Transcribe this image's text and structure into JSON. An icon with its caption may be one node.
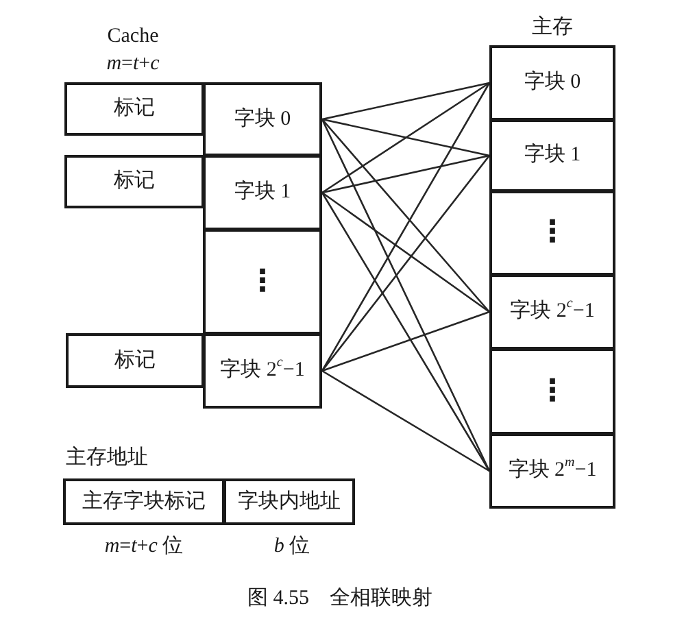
{
  "diagram": {
    "caption": "图 4.55　全相联映射",
    "nodes": [
      {
        "text": [
          "标记"
        ]
      },
      {
        "text": [
          "字块 0"
        ]
      },
      {
        "text": [
          "标记"
        ]
      },
      {
        "text": [
          "字块 1"
        ]
      },
      {
        "text": [
          "⋮"
        ]
      },
      {
        "text": [
          "标记"
        ]
      },
      {
        "text": [
          "字块 2$^{c}$−1"
        ]
      },
      {
        "text": [
          "主存"
        ]
      },
      {
        "text": [
          "字块 0"
        ],
        "in": 7
      },
      {
        "text": [
          "字块 1"
        ],
        "in": 7
      },
      {
        "text": [
          "⋮"
        ],
        "in": 7
      },
      {
        "text": [
          "字块 2$^{c}$−1"
        ],
        "in": 7
      },
      {
        "text": [
          "⋮"
        ],
        "in": 7
      },
      {
        "text": [
          "字块 2$^{m}$−1"
        ],
        "in": 7
      },
      {
        "text": [
          "主存地址"
        ]
      },
      {
        "text": [
          "主存字块标记"
        ],
        "in": 14,
        "beside": [
          "*m*=*t*+*c* 位"
        ]
      },
      {
        "text": [
          "字块内地址"
        ],
        "in": 14,
        "beside": [
          "*b* 位"
        ]
      }
    ],
    "edges": [
      {
        "from": 1,
        "to": 8,
        "arrow": "none"
      },
      {
        "from": 1,
        "to": 9,
        "arrow": "none"
      },
      {
        "from": 1,
        "to": 11,
        "arrow": "none"
      },
      {
        "from": 1,
        "to": 13,
        "arrow": "none"
      },
      {
        "from": 3,
        "to": 8,
        "arrow": "none"
      },
      {
        "from": 3,
        "to": 9,
        "arrow": "none"
      },
      {
        "from": 3,
        "to": 11,
        "arrow": "none"
      },
      {
        "from": 3,
        "to": 13,
        "arrow": "none"
      },
      {
        "from": 6,
        "to": 8,
        "arrow": "none"
      },
      {
        "from": 6,
        "to": 9,
        "arrow": "none"
      },
      {
        "from": 6,
        "to": 11,
        "arrow": "none"
      },
      {
        "from": 6,
        "to": 13,
        "arrow": "none"
      }
    ],
    "labels": [
      "Cache",
      "*m*=*t*+*c*"
    ]
  }
}
